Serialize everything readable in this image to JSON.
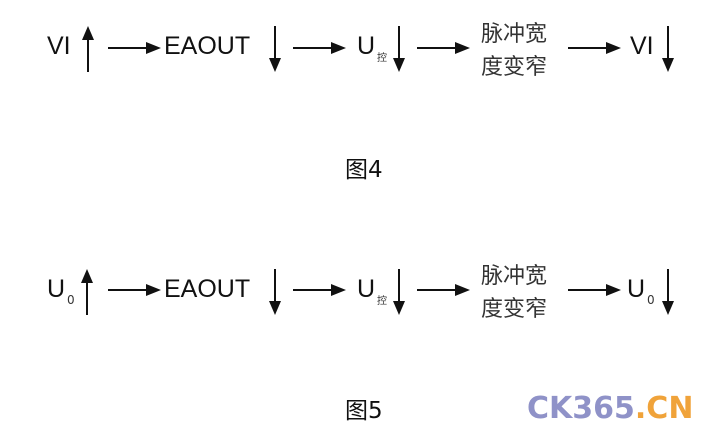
{
  "figure4": {
    "start_label": "VI",
    "eaout_label": "EAOUT",
    "u_label": "U",
    "u_subscript": "控",
    "pulse_line1": "脉冲宽",
    "pulse_line2": "度变窄",
    "end_label": "VI",
    "caption": "图4"
  },
  "figure5": {
    "start_label": "U",
    "start_subscript": "0",
    "eaout_label": "EAOUT",
    "u_label": "U",
    "u_subscript": "控",
    "pulse_line1": "脉冲宽",
    "pulse_line2": "度变窄",
    "end_label": "U",
    "end_subscript": "0",
    "caption": "图5"
  },
  "watermark": {
    "part1": "CK365",
    "dot": ".",
    "part2": "CN"
  }
}
